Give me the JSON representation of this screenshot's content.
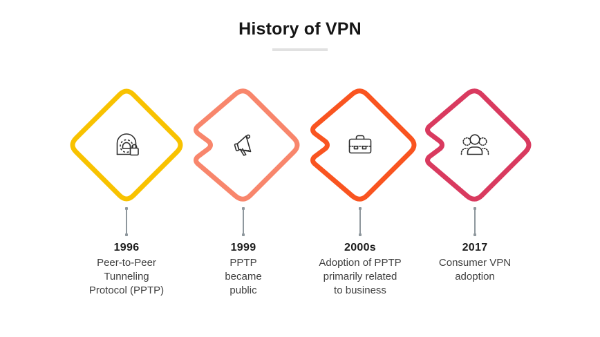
{
  "title": {
    "text": "History of VPN"
  },
  "underline_color": "#E1E1E1",
  "connector_color": "#8E979D",
  "icon_color": "#2D2D2D",
  "items": [
    {
      "year": "1996",
      "desc_lines": [
        "Peer-to-Peer",
        "Tunneling",
        "Protocol (PPTP)"
      ],
      "color": "#F8C200",
      "icon": "tunnel-lock-icon"
    },
    {
      "year": "1999",
      "desc_lines": [
        "PPTP",
        "became",
        "public"
      ],
      "color": "#F8866C",
      "icon": "megaphone-icon"
    },
    {
      "year": "2000s",
      "desc_lines": [
        "Adoption of PPTP",
        "primarily related",
        "to business"
      ],
      "color": "#F95420",
      "icon": "briefcase-icon"
    },
    {
      "year": "2017",
      "desc_lines": [
        "Consumer VPN",
        "adoption"
      ],
      "color": "#D93A5F",
      "icon": "people-icon"
    }
  ]
}
